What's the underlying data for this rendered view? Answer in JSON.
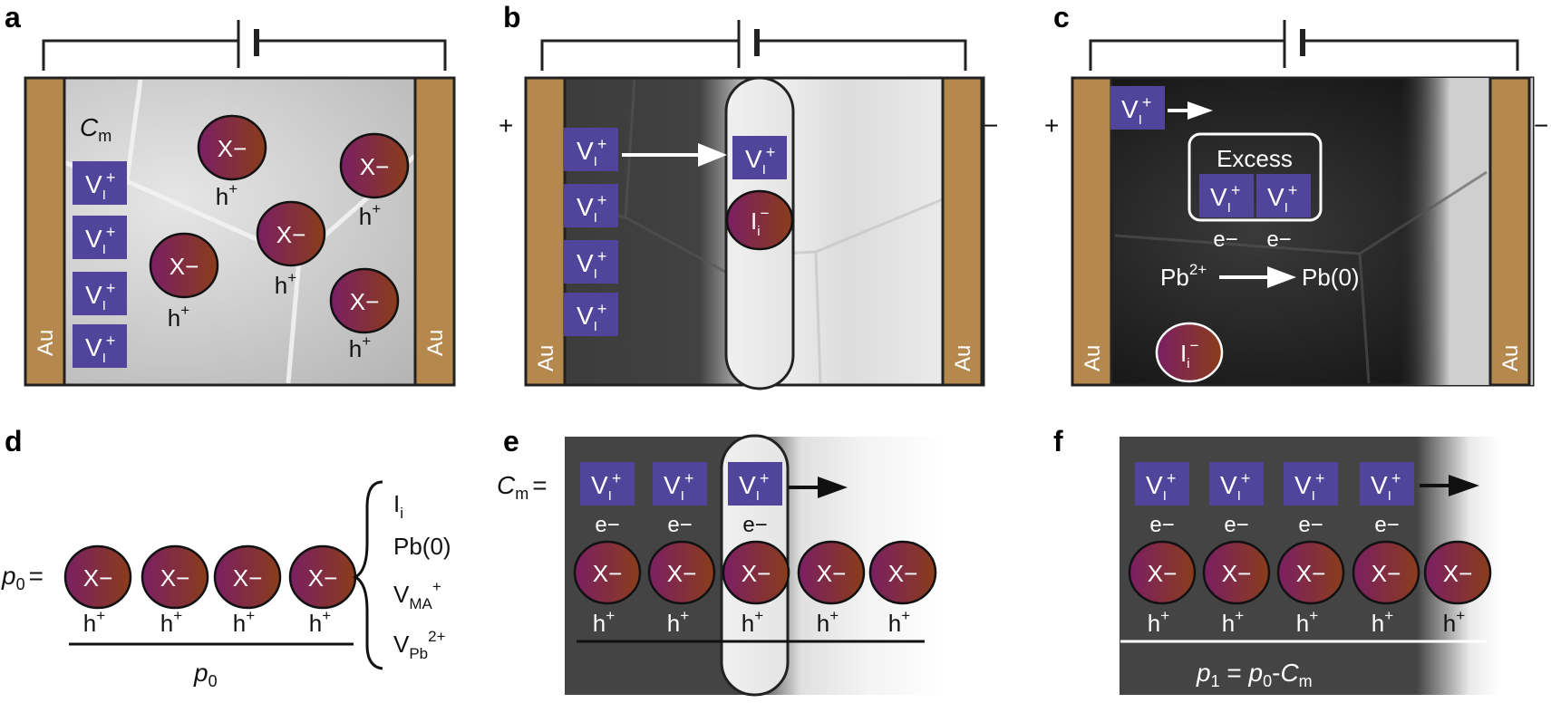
{
  "panel_labels": {
    "a": "a",
    "b": "b",
    "c": "c",
    "d": "d",
    "e": "e",
    "f": "f"
  },
  "electrode_label": "Au",
  "polarity": {
    "plus": "+",
    "minus": "−"
  },
  "species": {
    "vacancy_base": "V",
    "vacancy_sub": "I",
    "vacancy_sup": "+",
    "anion": "X−",
    "hole_base": "h",
    "hole_sup": "+",
    "electron": "e−",
    "interstitial_base": "I",
    "interstitial_sub": "i",
    "interstitial_sup": "−"
  },
  "panel_a": {
    "cm_base": "C",
    "cm_sub": "m"
  },
  "panel_c": {
    "excess_label": "Excess",
    "pb_base": "Pb",
    "pb_sup": "2+",
    "pb_product": "Pb(0)"
  },
  "panel_d": {
    "p0_base": "p",
    "p0_sub": "0",
    "equals": "=",
    "list": {
      "ii_base": "I",
      "ii_sub": "i",
      "pb0": "Pb(0)",
      "vma_base": "V",
      "vma_sub": "MA",
      "vma_sup": "+",
      "vpb_base": "V",
      "vpb_sub": "Pb",
      "vpb_sup": "2+"
    }
  },
  "panel_e": {
    "cm_base": "C",
    "cm_sub": "m",
    "equals": "="
  },
  "panel_f": {
    "p1_base": "p",
    "p1_sub": "1",
    "p1_eq": " = ",
    "p0_base": "p",
    "p0_sub": "0",
    "minus": "-",
    "cm_base": "C",
    "cm_sub": "m"
  },
  "colors": {
    "gold": "#b5894d",
    "vacancy": "#50459a",
    "anion_dark": "#5a1a5a",
    "anion_light": "#8a3a20",
    "dark_bg": "#3a3a3a",
    "light_bg": "#c8c8c8"
  }
}
